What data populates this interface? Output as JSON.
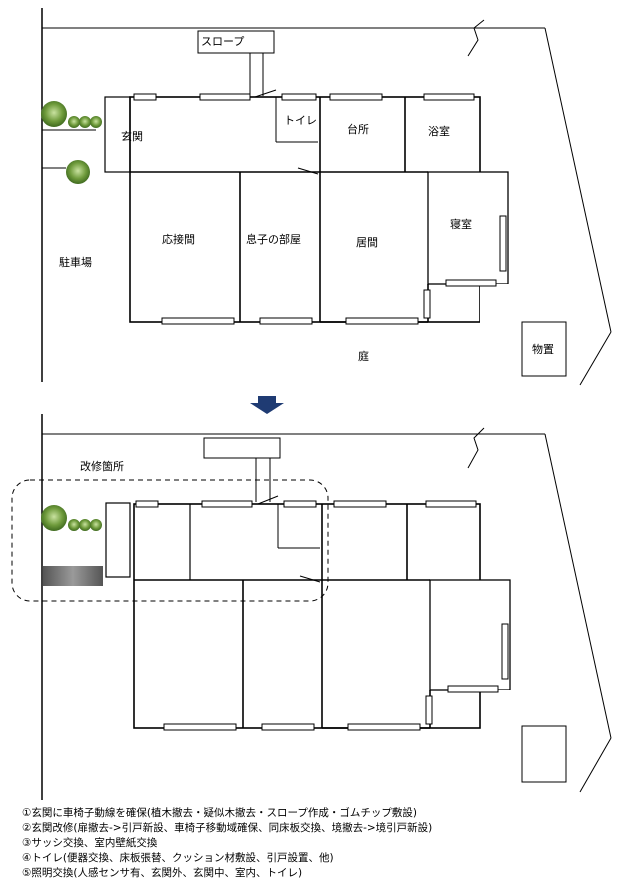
{
  "before": {
    "labels": {
      "slope": "スロープ",
      "entrance": "玄関",
      "toilet": "トイレ",
      "kitchen": "台所",
      "bathroom": "浴室",
      "reception": "応接間",
      "sons_room": "息子の部屋",
      "living": "居間",
      "bedroom": "寝室",
      "parking": "駐車場",
      "storage": "物置",
      "garden": "庭"
    }
  },
  "arrow": {
    "color": "#1f3b73"
  },
  "after": {
    "labels": {
      "renovation_area": "改修箇所"
    }
  },
  "notes": [
    "①玄関に車椅子動線を確保(植木撤去・疑似木撤去・スロープ作成・ゴムチップ敷設)",
    "②玄関改修(扉撤去->引戸新設、車椅子移動域確保、同床板交換、境撤去->境引戸新設)",
    "③サッシ交換、室内壁紙交換",
    "④トイレ(便器交換、床板張替、クッション材敷設、引戸設置、他)",
    "⑤照明交換(人感センサ有、玄関外、玄関中、室内、トイレ)"
  ]
}
